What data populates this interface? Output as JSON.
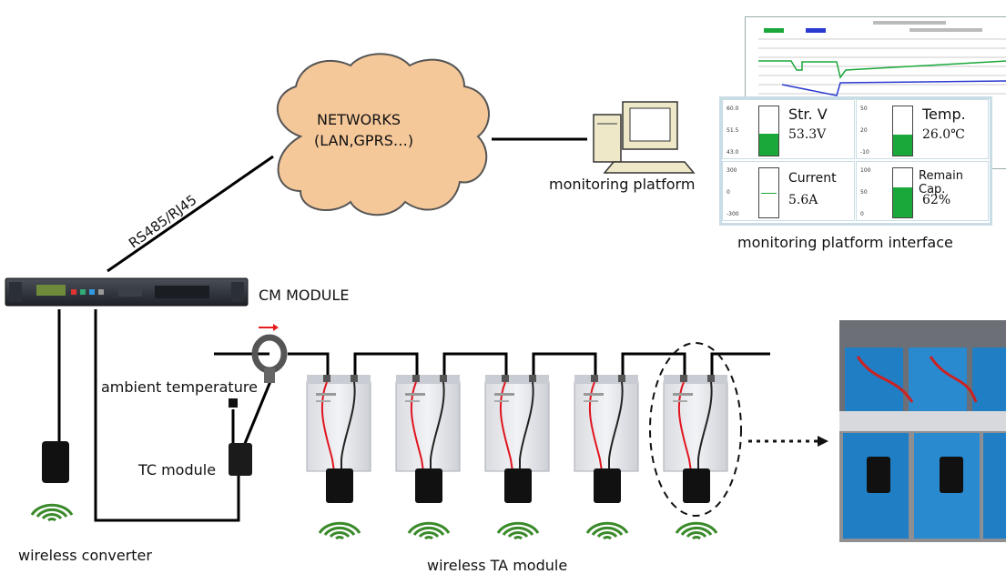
{
  "cloud": {
    "line1": "NETWORKS",
    "line2": "(LAN,GPRS…)"
  },
  "link_label": "RS485/RJ45",
  "monitoring_platform": "monitoring platform",
  "monitoring_platform_interface": "monitoring platform interface",
  "cm_module": "CM MODULE",
  "ambient_temperature": "ambient temperature",
  "tc_module": "TC module",
  "wireless_converter": "wireless converter",
  "wireless_ta_module": "wireless TA module",
  "gauges": {
    "voltage": {
      "title": "Str. V",
      "value": "53.3V",
      "fill": 0.45,
      "ticks": [
        "60.0",
        "51.5",
        "43.0"
      ]
    },
    "temp": {
      "title": "Temp.",
      "value": "26.0℃",
      "fill": 0.42,
      "ticks": [
        "50",
        "20",
        "-10"
      ]
    },
    "current": {
      "title": "Current",
      "value": "5.6A",
      "fill": 0.0,
      "ticks": [
        "300",
        "0",
        "-300"
      ]
    },
    "remain": {
      "title": "Remain Cap.",
      "value": "62%",
      "fill": 0.62,
      "ticks": [
        "100",
        "50",
        "0"
      ]
    }
  },
  "battery_count": 5,
  "colors": {
    "gauge_fill": "#1aa83a",
    "wire_red": "#e0141e",
    "current_arrow": "#e41e1e",
    "signal_green": "#3a8a2a",
    "battery_photo_blue": "#1f7ec4"
  }
}
